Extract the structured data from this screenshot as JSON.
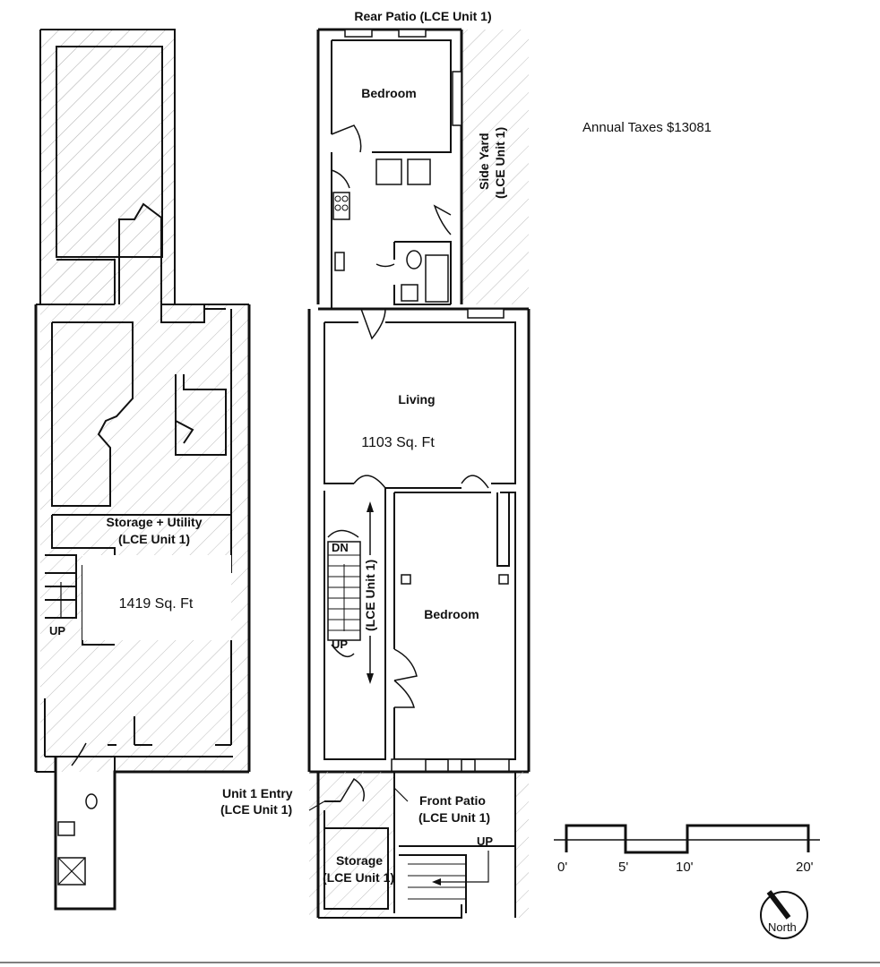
{
  "labels": {
    "rear_patio": "Rear Patio (LCE Unit 1)",
    "bedroom_rear": "Bedroom",
    "side_yard_line1": "Side Yard",
    "side_yard_line2": "(LCE Unit 1)",
    "living": "Living",
    "area_parlor": "1103 Sq. Ft",
    "bedroom_front": "Bedroom",
    "lce_stair": "(LCE Unit 1)",
    "dn": "DN",
    "up_parlor": "UP",
    "storage_utility_line1": "Storage + Utility",
    "storage_utility_line2": "(LCE Unit 1)",
    "area_basement": "1419 Sq. Ft",
    "up_basement": "UP",
    "unit1_entry_line1": "Unit 1 Entry",
    "unit1_entry_line2": "(LCE Unit 1)",
    "front_patio_line1": "Front Patio",
    "front_patio_line2": "(LCE Unit 1)",
    "up_front": "UP",
    "storage_line1": "Storage",
    "storage_line2": "(LCE Unit 1)"
  },
  "annual_taxes": "Annual Taxes $13081",
  "scale": {
    "ticks": [
      "0'",
      "5'",
      "10'",
      "20'"
    ]
  },
  "north": "North"
}
